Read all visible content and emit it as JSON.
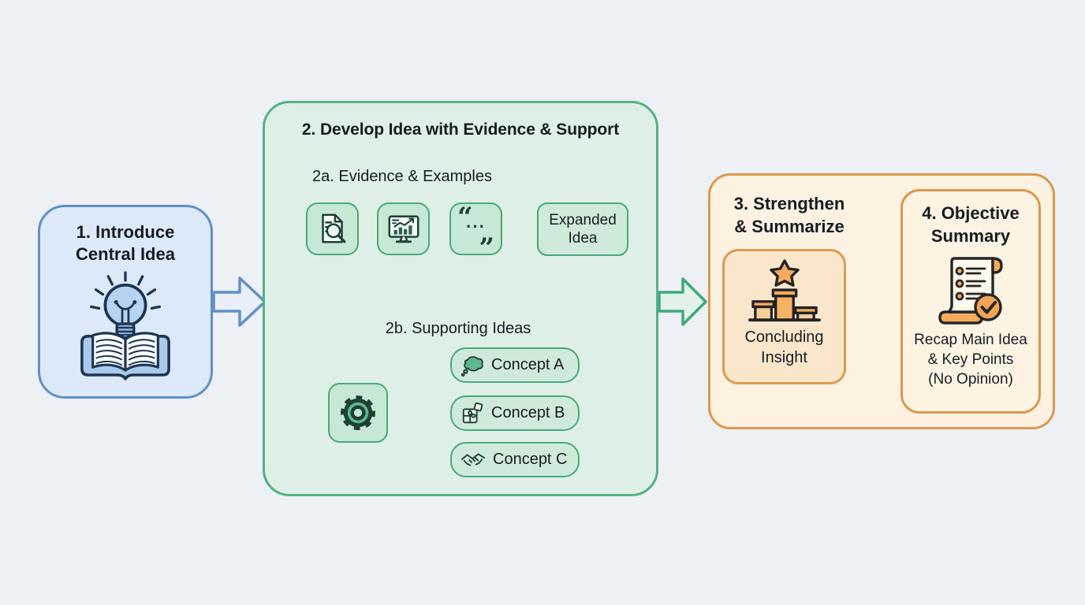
{
  "colors": {
    "background": "#edf0f4",
    "stage1_fill": "#dce9f8",
    "stage1_border": "#6090c6",
    "stage2_fill": "#def0e5",
    "stage2_border": "#54b185",
    "stage2_tile_fill": "#c7e8d4",
    "stage2_tile_border": "#49a87e",
    "stage3_fill": "#fdf2e2",
    "stage3_border": "#d9984e",
    "stage3_inner_fill": "#fae7cb",
    "connector_gray": "#7d8892",
    "icon_orange": "#f3ab5e",
    "text": "#171c22"
  },
  "stage1": {
    "title": "1. Introduce\nCentral Idea",
    "icon": "book-lightbulb-icon"
  },
  "stage2": {
    "title": "2. Develop Idea with Evidence & Support",
    "branch_a": {
      "label": "2a. Evidence & Examples",
      "steps": [
        {
          "icon": "document-search-icon"
        },
        {
          "icon": "chart-monitor-icon"
        },
        {
          "icon": "quote-icon"
        }
      ],
      "quote_glyphs": {
        "open": "“",
        "dots": "···",
        "close": "”"
      },
      "result_label": "Expanded\nIdea"
    },
    "branch_b": {
      "label": "2b. Supporting Ideas",
      "hub_icon": "gear-icon",
      "concepts": [
        {
          "icon": "thought-cloud-icon",
          "label": "Concept A"
        },
        {
          "icon": "puzzle-icon",
          "label": "Concept B"
        },
        {
          "icon": "handshake-icon",
          "label": "Concept C"
        }
      ]
    }
  },
  "stage3": {
    "title": "3. Strengthen\n& Summarize",
    "insight_label": "Concluding\nInsight",
    "icon": "podium-star-icon"
  },
  "stage4": {
    "title": "4. Objective\nSummary",
    "icon": "scroll-check-icon",
    "body": "Recap Main Idea\n& Key Points\n(No Opinion)"
  }
}
